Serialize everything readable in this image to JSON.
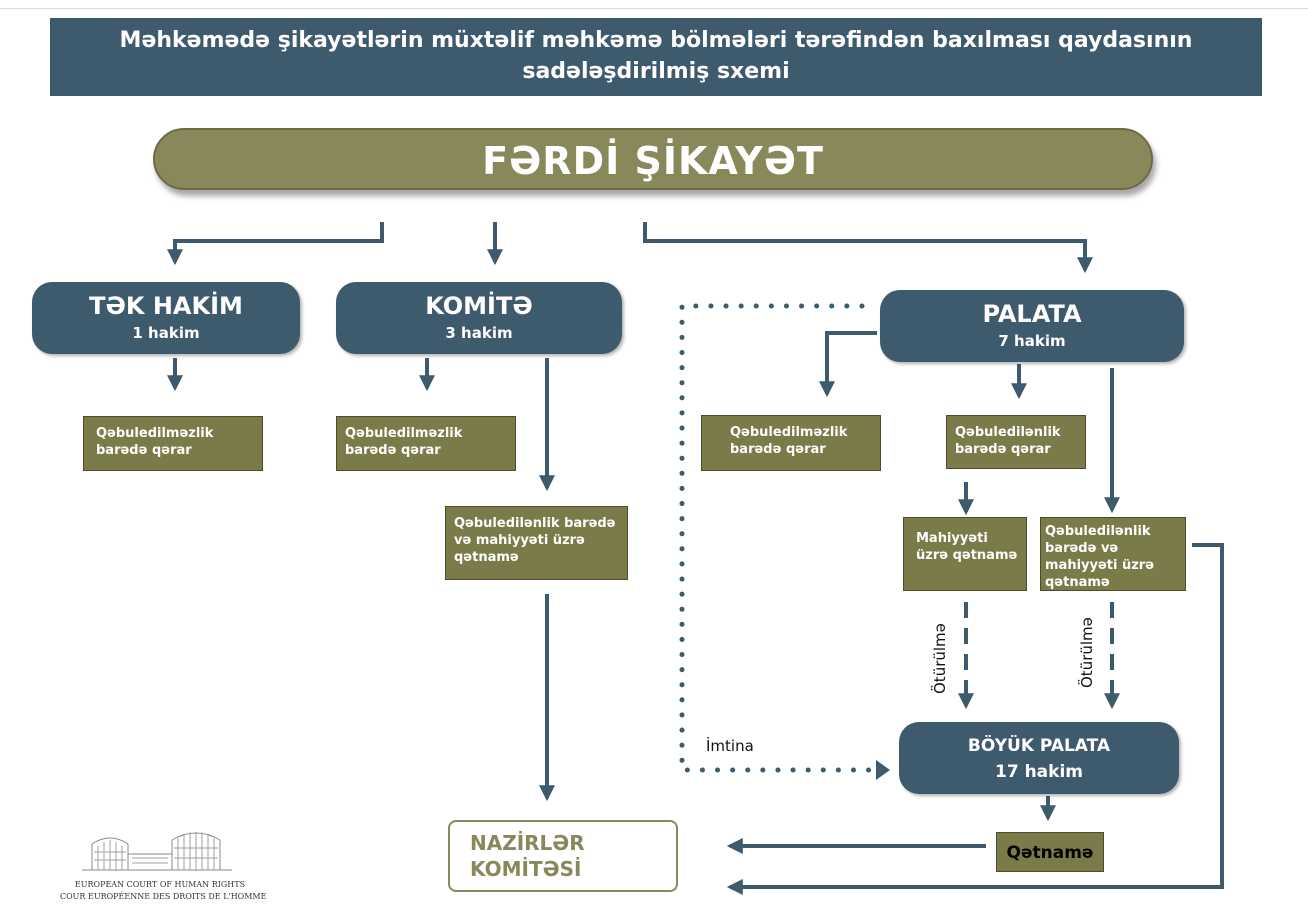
{
  "title": "Məhkəmədə şikayətlərin müxtəlif məhkəmə bölmələri tərəfindən baxılması qaydasının sadələşdirilmiş sxemi",
  "root": "FƏRDİ ŞİKAYƏT",
  "nodes": {
    "tek_hakim": {
      "title": "TƏK HAKİM",
      "sub": "1 hakim"
    },
    "komite": {
      "title": "KOMİTƏ",
      "sub": "3 hakim"
    },
    "palata": {
      "title": "PALATA",
      "sub": "7 hakim"
    },
    "boyuk_palata": {
      "title": "BÖYÜK PALATA",
      "sub": "17 hakim"
    }
  },
  "boxes": {
    "tek_inadmissible": "Qəbuledilməzlik barədə qərar",
    "komite_inadmissible": "Qəbuledilməzlik barədə qərar",
    "komite_judgment": "Qəbuledilənlik barədə və mahiyyəti üzrə qətnamə",
    "palata_inadmissible": "Qəbuledilməzlik barədə qərar",
    "palata_admissible": "Qəbuledilənlik barədə qərar",
    "palata_merits": "Mahiyyəti üzrə qətnamə",
    "palata_judgment": "Qəbuledilənlik barədə və mahiyyəti üzrə qətnamə"
  },
  "labels": {
    "relinquish": "İmtina",
    "referral_1": "Ötürülmə",
    "referral_2": "Ötürülmə"
  },
  "nazirler": {
    "line1": "NAZİRLƏR",
    "line2": "KOMİTƏSİ"
  },
  "qetname": "Qətnamə",
  "logo": {
    "line1": "EUROPEAN COURT OF HUMAN RIGHTS",
    "line2": "COUR EUROPÉENNE DES DROITS DE L'HOMME"
  },
  "colors": {
    "navy": "#3e5a6d",
    "olive": "#89885b",
    "box_olive": "#7b7b4a"
  }
}
